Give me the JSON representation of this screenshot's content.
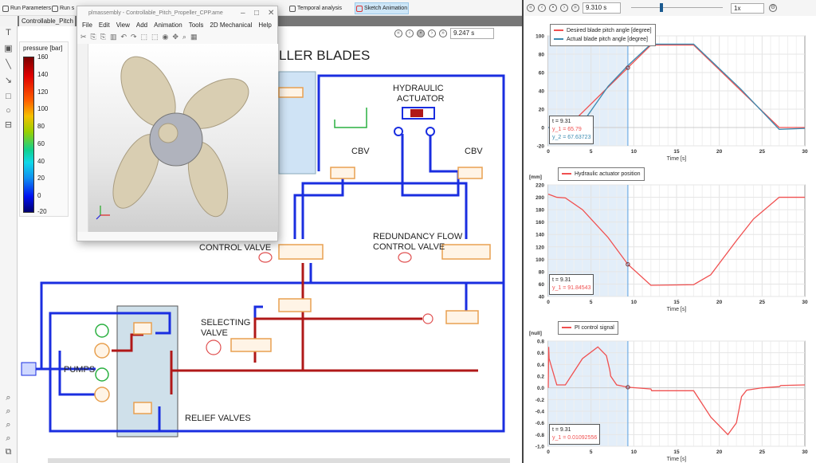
{
  "toolbar": {
    "run_parameters": "Run Parameters",
    "run_sim": "Run s",
    "temporal_analysis": "Temporal analysis",
    "sketch_animation": "Sketch Animation"
  },
  "tab": {
    "label": "Controllable_Pitch"
  },
  "colorbar": {
    "title": "pressure [bar]",
    "ticks": [
      "160",
      "140",
      "120",
      "100",
      "80",
      "60",
      "40",
      "20",
      "0",
      "-20"
    ]
  },
  "animation": {
    "time": "9.247 s"
  },
  "diagram": {
    "title": "LLER BLADES",
    "hydraulic_actuator": [
      "HYDRAULIC",
      "ACTUATOR"
    ],
    "cbv_left": "CBV",
    "cbv_right": "CBV",
    "control_valve": "CONTROL VALVE",
    "redundancy": [
      "REDUNDANCY FLOW",
      "CONTROL VALVE"
    ],
    "selecting": [
      "SELECTING",
      "VALVE"
    ],
    "pumps": "PUMPS",
    "relief": "RELIEF VALVES",
    "colors": {
      "low_pressure": "#1a2ee0",
      "high_pressure": "#b01818",
      "component": "#e8a050"
    }
  },
  "window": {
    "title": "plmassembly - Controllable_Pitch_Propeller_CPP.ame",
    "menu": [
      "File",
      "Edit",
      "View",
      "Add",
      "Animation",
      "Tools",
      "2D Mechanical",
      "Help"
    ]
  },
  "right_panel": {
    "time": "9.310 s",
    "speed": "1x",
    "slider_fraction": 0.31
  },
  "chart_data": [
    {
      "type": "line",
      "xlabel": "Time [s]",
      "ylabel": "",
      "xlim": [
        0,
        30
      ],
      "ylim": [
        -20,
        100
      ],
      "xticks": [
        "0",
        "5",
        "10",
        "15",
        "20",
        "25",
        "30"
      ],
      "yticks": [
        "100",
        "80",
        "60",
        "40",
        "20",
        "0",
        "-20"
      ],
      "cursor": {
        "t": "t     = 9.31",
        "values": [
          "y_1 = 65.79",
          "y_2 = 67.63723"
        ]
      },
      "series": [
        {
          "name": "Desired blade pitch angle [degree]",
          "color": "#f05050",
          "points": [
            [
              0,
              0
            ],
            [
              2.2,
              0
            ],
            [
              12,
              90
            ],
            [
              17,
              90
            ],
            [
              27,
              0
            ],
            [
              30,
              0
            ]
          ]
        },
        {
          "name": "Actual blade pitch angle [degree]",
          "color": "#3a8ab0",
          "points": [
            [
              0,
              0
            ],
            [
              2.5,
              -2
            ],
            [
              4,
              5
            ],
            [
              7,
              45
            ],
            [
              9.31,
              67.6
            ],
            [
              12,
              91
            ],
            [
              17,
              91
            ],
            [
              22.5,
              42
            ],
            [
              27,
              -2
            ],
            [
              30,
              -1
            ]
          ]
        }
      ]
    },
    {
      "type": "line",
      "xlabel": "Time [s]",
      "ylabel": "[mm]",
      "xlim": [
        0,
        30
      ],
      "ylim": [
        40,
        220
      ],
      "xticks": [
        "0",
        "5",
        "10",
        "15",
        "20",
        "25",
        "30"
      ],
      "yticks": [
        "220",
        "200",
        "180",
        "160",
        "140",
        "120",
        "100",
        "80",
        "60",
        "40"
      ],
      "cursor": {
        "t": "t     = 9.31",
        "values": [
          "y_1 = 91.84543"
        ]
      },
      "series": [
        {
          "name": "Hydraulic actuator position",
          "color": "#f05050",
          "points": [
            [
              0,
              205
            ],
            [
              1,
              200
            ],
            [
              2,
              199
            ],
            [
              4,
              180
            ],
            [
              7,
              135
            ],
            [
              9.31,
              91.8
            ],
            [
              12,
              58
            ],
            [
              17,
              59
            ],
            [
              19,
              75
            ],
            [
              22,
              130
            ],
            [
              24,
              165
            ],
            [
              27,
              200
            ],
            [
              30,
              200
            ]
          ]
        }
      ]
    },
    {
      "type": "line",
      "xlabel": "Time [s]",
      "ylabel": "[null]",
      "xlim": [
        0,
        30
      ],
      "ylim": [
        -1.0,
        0.8
      ],
      "xticks": [
        "0",
        "5",
        "10",
        "15",
        "20",
        "25",
        "30"
      ],
      "yticks": [
        "0.8",
        "0.6",
        "0.4",
        "0.2",
        "0.0",
        "-0.2",
        "-0.4",
        "-0.6",
        "-0.8",
        "-1.0"
      ],
      "cursor": {
        "t": "t     = 9.31",
        "values": [
          "y_1 = 0.01092556"
        ]
      },
      "series": [
        {
          "name": "PI control signal",
          "color": "#f05050",
          "points": [
            [
              0,
              0
            ],
            [
              0.05,
              0.7
            ],
            [
              0.1,
              0.5
            ],
            [
              1,
              0.05
            ],
            [
              2,
              0.05
            ],
            [
              4,
              0.5
            ],
            [
              5.8,
              0.7
            ],
            [
              6.8,
              0.55
            ],
            [
              7.2,
              0.3
            ],
            [
              7.3,
              0.2
            ],
            [
              8,
              0.05
            ],
            [
              9.31,
              0.011
            ],
            [
              12,
              -0.02
            ],
            [
              12.1,
              -0.05
            ],
            [
              17,
              -0.05
            ],
            [
              19,
              -0.5
            ],
            [
              21,
              -0.8
            ],
            [
              22,
              -0.6
            ],
            [
              22.4,
              -0.3
            ],
            [
              22.6,
              -0.15
            ],
            [
              23.2,
              -0.04
            ],
            [
              25,
              0
            ],
            [
              27,
              0.02
            ],
            [
              27.2,
              0.04
            ],
            [
              30,
              0.05
            ]
          ]
        }
      ]
    }
  ]
}
